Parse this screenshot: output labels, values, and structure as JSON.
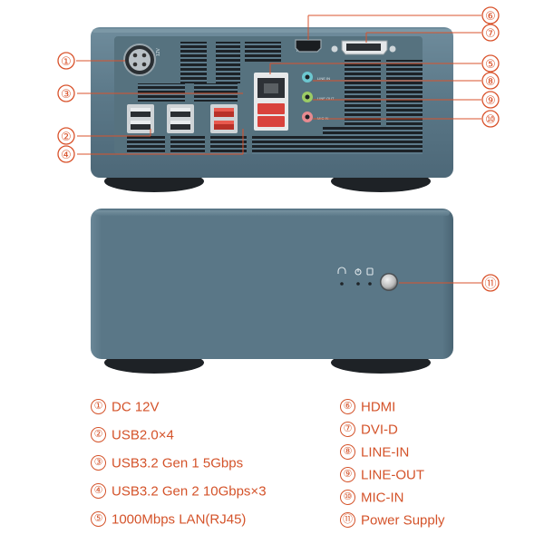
{
  "colors": {
    "accent": "#d4532a",
    "chassis": "#5d7a8a",
    "port_red": "#d9423c",
    "audio_line_in": "#6cc7d0",
    "audio_line_out": "#9ccc65",
    "audio_mic": "#e88a90"
  },
  "callouts": [
    "①",
    "②",
    "③",
    "④",
    "⑤",
    "⑥",
    "⑦",
    "⑧",
    "⑨",
    "⑩",
    "⑪"
  ],
  "legend_left": [
    {
      "num": "①",
      "text": "DC 12V"
    },
    {
      "num": "②",
      "text": "USB2.0×4"
    },
    {
      "num": "③",
      "text": "USB3.2 Gen 1 5Gbps"
    },
    {
      "num": "④",
      "text": "USB3.2 Gen 2 10Gbps×3"
    },
    {
      "num": "⑤",
      "text": "1000Mbps LAN(RJ45)"
    }
  ],
  "legend_right": [
    {
      "num": "⑥",
      "text": "HDMI"
    },
    {
      "num": "⑦",
      "text": "DVI-D"
    },
    {
      "num": "⑧",
      "text": "LINE-IN"
    },
    {
      "num": "⑨",
      "text": "LINE-OUT"
    },
    {
      "num": "⑩",
      "text": "MIC-IN"
    },
    {
      "num": "⑪",
      "text": "Power Supply"
    }
  ],
  "rear_panel_labels": {
    "dc": "12V",
    "hdmi": "HDMI",
    "audio": [
      "LINE IN",
      "LINE OUT",
      "MIC IN"
    ]
  },
  "front_indicator_icons": [
    "headphone-icon",
    "power-led-icon",
    "hdd-led-icon"
  ]
}
